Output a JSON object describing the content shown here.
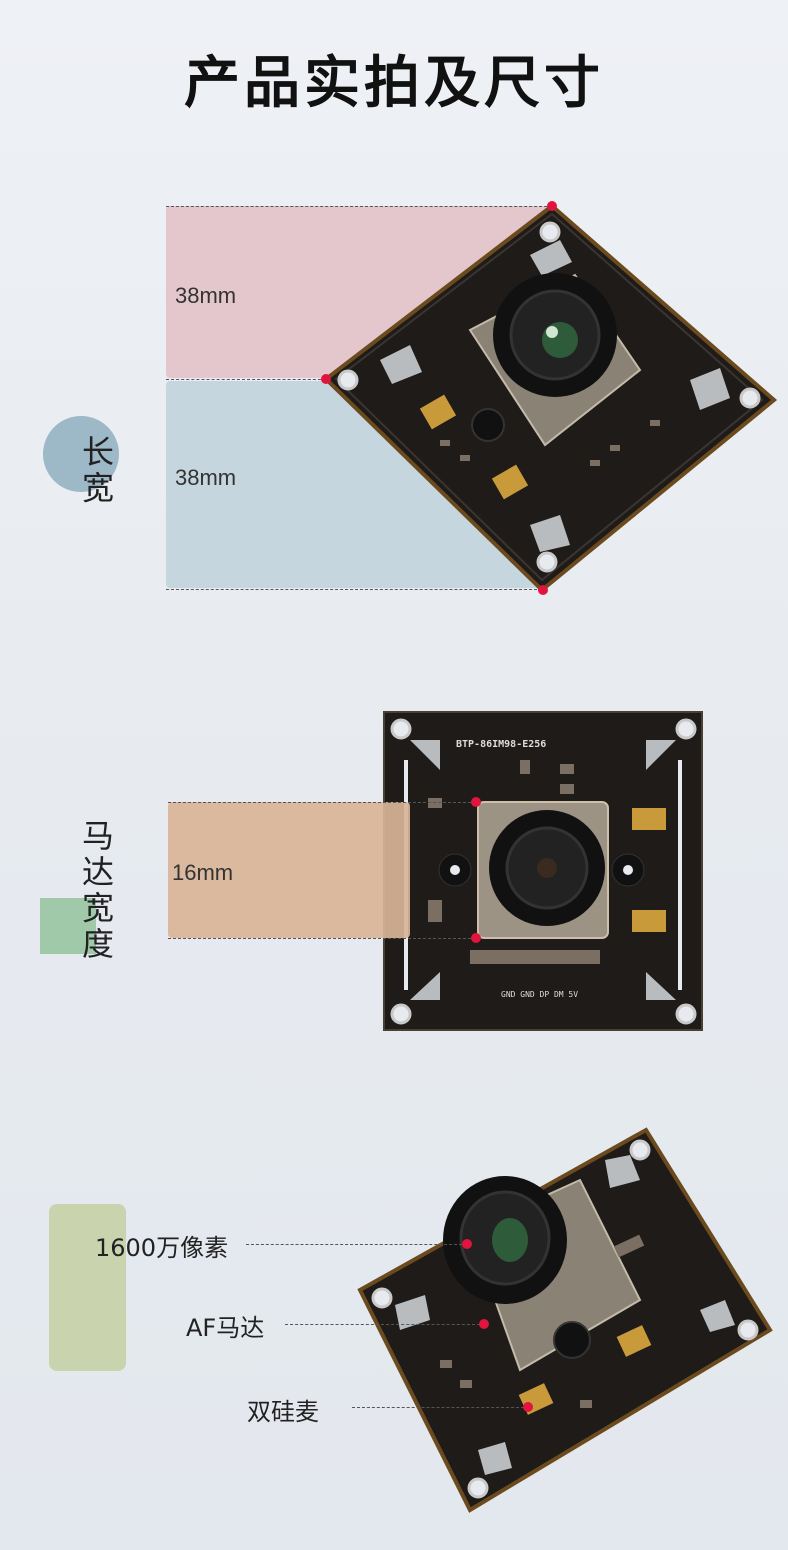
{
  "title": "产品实拍及尺寸",
  "section1": {
    "label": "长宽",
    "length_label": "38mm",
    "width_label": "38mm"
  },
  "section2": {
    "label": "马达宽度",
    "board_text": "BTP-86IM98-E256",
    "pins_text": "GND GND DP DM 5V",
    "motor_label": "16mm"
  },
  "section3": {
    "feature1": "1600万像素",
    "feature2": "AF马达",
    "feature3": "双硅麦"
  },
  "colors": {
    "pink_band": "#e3c7cd",
    "blue_band": "#c6d6df",
    "orange_band": "#d9b497",
    "circle_blue": "#9db8c7",
    "square_green": "#9fc9a9",
    "rect_olive": "#c9d3ae",
    "pcb": "#1e1b19",
    "accent_red": "#e0143c"
  }
}
